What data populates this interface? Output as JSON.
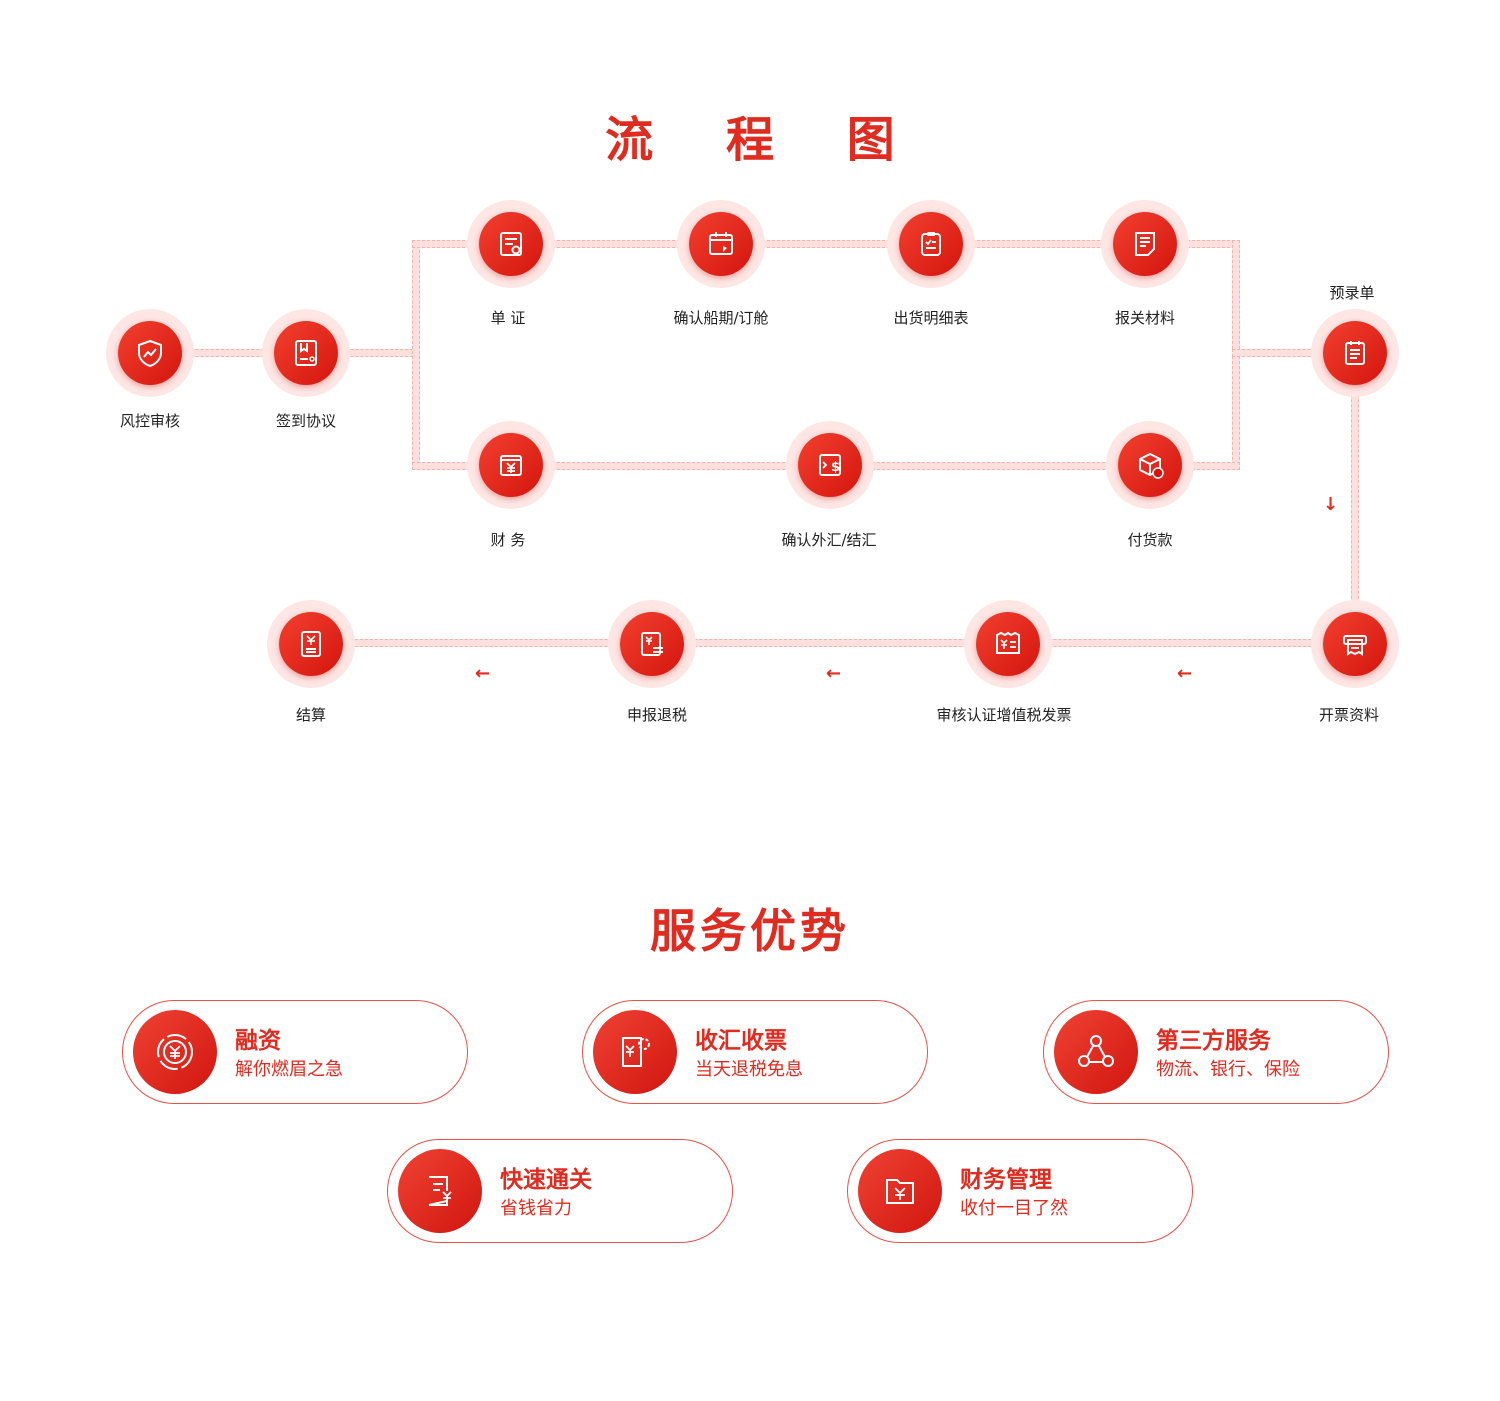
{
  "flow_title": "流 程 图",
  "advantages_title": "服务优势",
  "accent_color": "#e02b20",
  "flow_nodes": [
    {
      "id": "risk",
      "label": "风控审核",
      "icon": "shield-icon"
    },
    {
      "id": "sign",
      "label": "签到协议",
      "icon": "contract-icon"
    },
    {
      "id": "docs",
      "label": "单 证",
      "icon": "document-gear-icon"
    },
    {
      "id": "ship",
      "label": "确认船期/订舱",
      "icon": "calendar-icon"
    },
    {
      "id": "list",
      "label": "出货明细表",
      "icon": "clipboard-icon"
    },
    {
      "id": "customs",
      "label": "报关材料",
      "icon": "file-list-icon"
    },
    {
      "id": "pre",
      "label": "预录单",
      "icon": "form-icon"
    },
    {
      "id": "finance",
      "label": "财 务",
      "icon": "yen-wallet-icon"
    },
    {
      "id": "fx",
      "label": "确认外汇/结汇",
      "icon": "exchange-icon"
    },
    {
      "id": "pay",
      "label": "付货款",
      "icon": "package-yen-icon"
    },
    {
      "id": "invoice",
      "label": "开票资料",
      "icon": "printer-icon"
    },
    {
      "id": "vat",
      "label": "审核认证增值税发票",
      "icon": "receipt-icon"
    },
    {
      "id": "refund",
      "label": "申报退税",
      "icon": "tax-refund-icon"
    },
    {
      "id": "settle",
      "label": "结算",
      "icon": "settlement-icon"
    }
  ],
  "advantages": [
    {
      "title": "融资",
      "subtitle": "解你燃眉之急",
      "icon": "yen-coin-icon"
    },
    {
      "title": "收汇收票",
      "subtitle": "当天退税免息",
      "icon": "bill-gear-icon"
    },
    {
      "title": "第三方服务",
      "subtitle": "物流、银行、保险",
      "icon": "network-icon"
    },
    {
      "title": "快速通关",
      "subtitle": "省钱省力",
      "icon": "fast-doc-icon"
    },
    {
      "title": "财务管理",
      "subtitle": "收付一目了然",
      "icon": "yen-folder-icon"
    }
  ]
}
